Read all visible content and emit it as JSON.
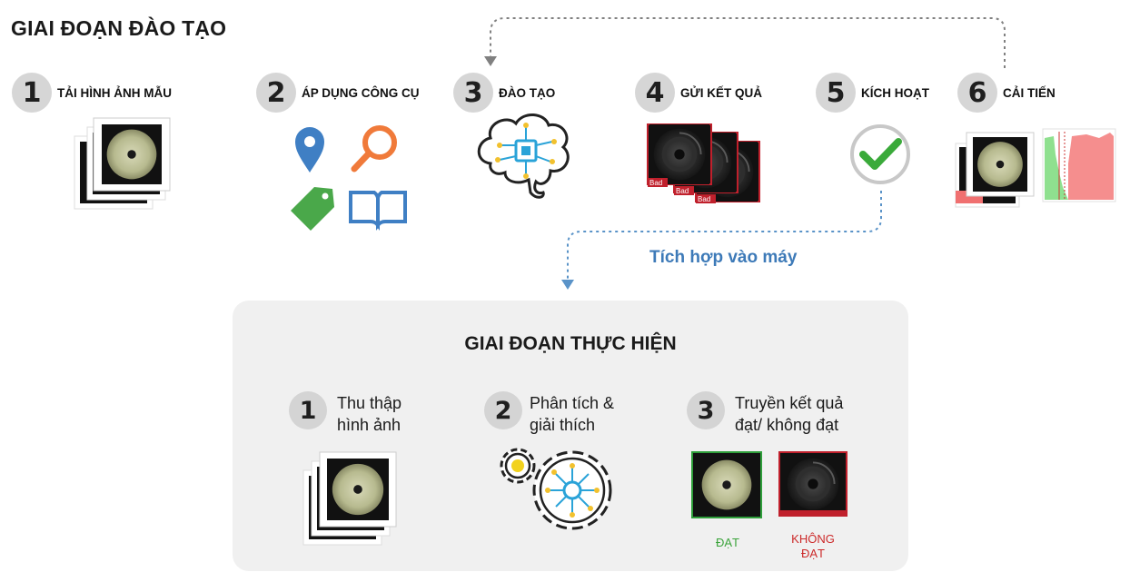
{
  "training": {
    "title": "GIAI ĐOẠN ĐÀO TẠO",
    "steps": [
      {
        "num": "1",
        "label": "TẢI HÌNH ẢNH MẪU"
      },
      {
        "num": "2",
        "label": "ÁP DỤNG CÔNG CỤ"
      },
      {
        "num": "3",
        "label": "ĐÀO TẠO"
      },
      {
        "num": "4",
        "label": "GỬI KẾT QUẢ"
      },
      {
        "num": "5",
        "label": "KÍCH HOẠT"
      },
      {
        "num": "6",
        "label": "CẢI TIẾN"
      }
    ],
    "bad_tag": "Bad",
    "integrate_label": "Tích hợp vào máy"
  },
  "implementation": {
    "title": "GIAI ĐOẠN THỰC HIỆN",
    "steps": [
      {
        "num": "1",
        "line1": "Thu thập",
        "line2": "hình ảnh"
      },
      {
        "num": "2",
        "line1": "Phân tích &",
        "line2": "giải thích"
      },
      {
        "num": "3",
        "line1": "Truyền kết quả",
        "line2": "đạt/ không đạt"
      }
    ],
    "pass_label": "ĐẠT",
    "fail_line1": "KHÔNG",
    "fail_line2": "ĐẠT"
  },
  "colors": {
    "arrow_gray": "#808080",
    "arrow_blue": "#5a93c8",
    "pass_green": "#3aa33a",
    "fail_red": "#cc2a2a",
    "pin_blue": "#3f7fc4",
    "magnifier_orange": "#f07a3a",
    "tag_green": "#4aa84a",
    "book_blue": "#3f7fc4",
    "check_green": "#3aaa3a"
  }
}
